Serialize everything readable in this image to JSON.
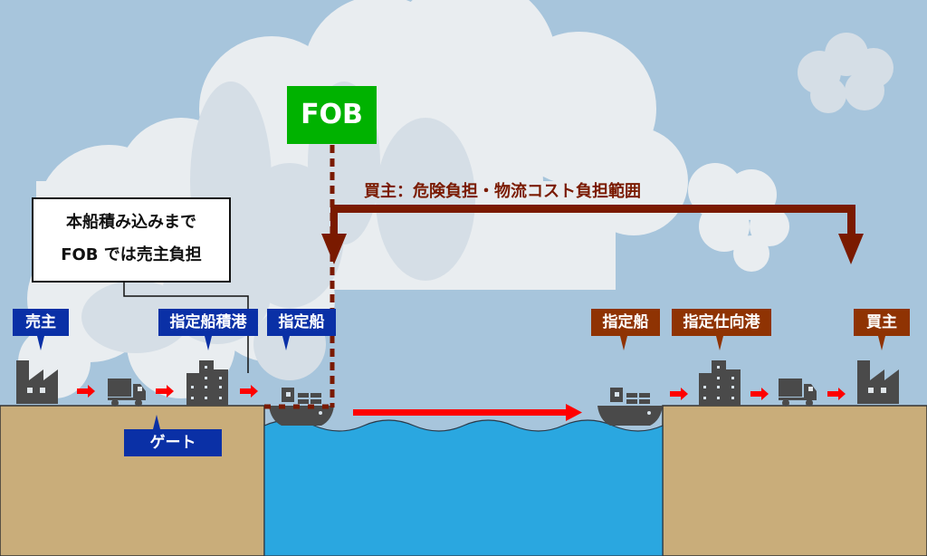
{
  "title_badge": "FOB",
  "note": {
    "line1": "本船積み込みまで",
    "line2": "FOB では売主負担"
  },
  "buyer_range_label": "買主：危険負担・物流コスト負担範囲",
  "seller_side": {
    "labels": [
      "売主",
      "指定船積港",
      "指定船"
    ],
    "gate_label": "ゲート"
  },
  "buyer_side": {
    "labels": [
      "指定船",
      "指定仕向港",
      "買主"
    ]
  },
  "colors": {
    "sky": "#a7c5dc",
    "cloud_light": "#e9edf0",
    "cloud_dark": "#d5dee6",
    "ground": "#c9ad7a",
    "sea": "#2aa7e0",
    "seller_label": "#0a30a6",
    "buyer_label": "#8f3303",
    "fob_badge": "#00b200",
    "risk_line": "#7a1a00",
    "flow_arrow": "#ff0000",
    "icon": "#4a4a4a"
  },
  "icons": [
    "factory-icon",
    "truck-icon",
    "building-icon",
    "ship-icon",
    "arrow-right-icon"
  ]
}
